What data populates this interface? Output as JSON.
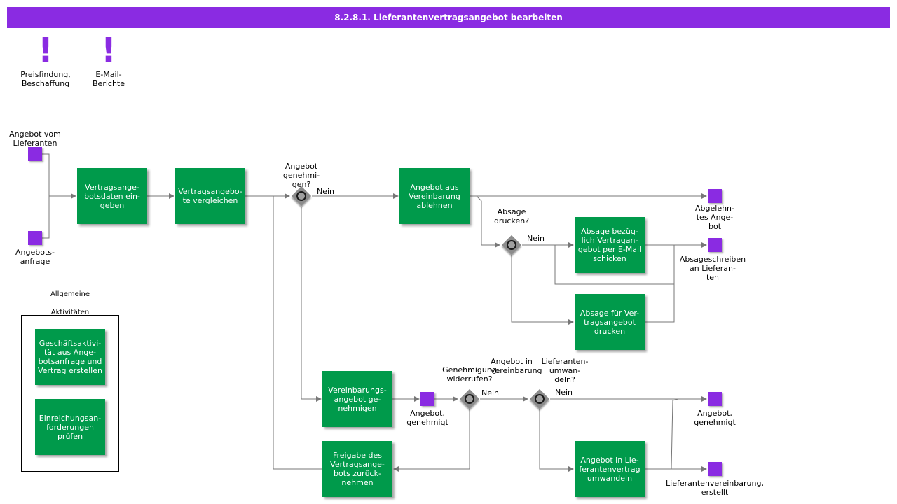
{
  "title": "8.2.8.1. Lieferantenvertragsangebot bearbeiten",
  "issues": [
    {
      "label": "Preisfindung,\nBeschaffung"
    },
    {
      "label": "E-Mail-\nBerichte"
    }
  ],
  "tasks": {
    "eingeben": "Vertragsange-botsdaten ein-geben",
    "vergleichen": "Vertragsangebo-te vergleichen",
    "ablehnen": "Angebot aus Vereinbarung ablehnen",
    "email": "Absage bezüg-lich Vertragan-gebot per E-Mail schicken",
    "drucken": "Absage für Ver-tragsangebot drucken",
    "genehmigen": "Vereinbarungs-angebot ge-nehmigen",
    "freigabe": "Freigabe des Vertragsange-bots zurück-nehmen",
    "umwandeln": "Angebot in Lie-ferantenvertrag umwandeln"
  },
  "events": {
    "angebot_vom_lieferanten": "Angebot vom\nLieferanten",
    "angebotsanfrage": "Angebots-\nanfrage",
    "abgelehntes_angebot": "Abgelehn-\ntes Ange-\nbot",
    "absageschreiben": "Absageschreiben\nan      Lieferan-\nten",
    "angebot_genehmigt_mid": "Angebot,\ngenehmigt",
    "angebot_genehmigt_end": "Angebot,\ngenehmigt",
    "lieferantenvereinbarung": "Lieferantenvereinbarung,\nerstellt"
  },
  "gateways": {
    "angebot_genehmigen": "Angebot\ngenehmi-\ngen?",
    "absage_drucken": "Absage\ndrucken?",
    "genehmigung_widerrufen": "Genehmigung\nwiderrufen?",
    "in_vereinbarung": "Angebot in\nvereinbarung\nLieferanten-\numwan-\ndeln?"
  },
  "edge_labels": {
    "nein_1": "Nein",
    "nein_2": "Nein",
    "nein_3": "Nein",
    "nein_4": "Nein"
  },
  "legend": {
    "caption_1": "Allgemeine",
    "caption_2": "Aktivitäten",
    "items": [
      "Geschäftsaktivi-tät aus Ange-botsanfrage und Vertrag erstellen",
      "Einreichungsan-forderungen prüfen"
    ]
  },
  "colors": {
    "accent": "#8a2be2",
    "task": "#009a4b",
    "gateway": "#8c8c8c",
    "edge": "#777777"
  }
}
